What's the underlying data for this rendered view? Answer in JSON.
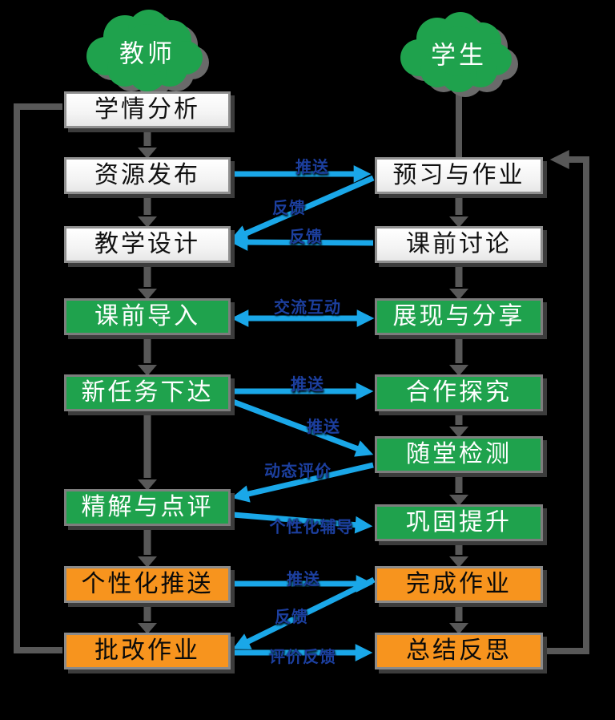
{
  "colors": {
    "bg": "#000000",
    "green": "#1fa24d",
    "orange": "#f7941e",
    "arrowblue": "#1aa7e8",
    "labelblue": "#1c3f9e",
    "gray": "#585858"
  },
  "teacher": {
    "header": "教师",
    "steps": [
      "学情分析",
      "资源发布",
      "教学设计",
      "课前导入",
      "新任务下达",
      "精解与点评",
      "个性化推送",
      "批改作业"
    ]
  },
  "student": {
    "header": "学生",
    "steps": [
      "预习与作业",
      "课前讨论",
      "展现与分享",
      "合作探究",
      "随堂检测",
      "巩固提升",
      "完成作业",
      "总结反思"
    ]
  },
  "arrows": [
    {
      "label": "推送",
      "from": "资源发布",
      "to": "预习与作业",
      "direction": "right"
    },
    {
      "label": "反馈",
      "from": "预习与作业",
      "to": "教学设计",
      "direction": "down-left"
    },
    {
      "label": "反馈",
      "from": "课前讨论",
      "to": "教学设计",
      "direction": "left"
    },
    {
      "label": "交流互动",
      "from": "课前导入",
      "to": "展现与分享",
      "direction": "both"
    },
    {
      "label": "推送",
      "from": "新任务下达",
      "to": "合作探究",
      "direction": "right"
    },
    {
      "label": "推送",
      "from": "新任务下达",
      "to": "随堂检测",
      "direction": "down-right"
    },
    {
      "label": "动态评价",
      "from": "随堂检测",
      "to": "精解与点评",
      "direction": "down-left"
    },
    {
      "label": "个性化辅导",
      "from": "精解与点评",
      "to": "巩固提升",
      "direction": "down-right"
    },
    {
      "label": "推送",
      "from": "个性化推送",
      "to": "完成作业",
      "direction": "right"
    },
    {
      "label": "反馈",
      "from": "完成作业",
      "to": "批改作业",
      "direction": "down-left"
    },
    {
      "label": "评价反馈",
      "from": "批改作业",
      "to": "总结反思",
      "direction": "right"
    }
  ],
  "loops": [
    {
      "from": "批改作业",
      "to": "学情分析",
      "side": "left"
    },
    {
      "from": "总结反思",
      "to": "预习与作业",
      "side": "right"
    }
  ]
}
